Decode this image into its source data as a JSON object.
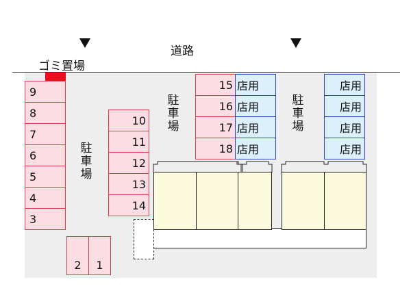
{
  "labels": {
    "road": "道路",
    "garbage": "ゴミ置場",
    "parking_left": "駐車場",
    "parking_center": "駐車場",
    "parking_right": "駐車場"
  },
  "stalls": {
    "left_column": [
      "9",
      "8",
      "7",
      "6",
      "5",
      "4",
      "3"
    ],
    "middle_column": [
      "10",
      "11",
      "12",
      "13",
      "14"
    ],
    "bottom": [
      "2",
      "1"
    ],
    "top_row": [
      "15",
      "16",
      "17",
      "18"
    ]
  },
  "shop_label": "店用",
  "colors": {
    "stall_fill": "#fbdde3",
    "stall_border": "#e23a4e",
    "shop_fill": "#dcf0fb",
    "shop_border": "#2a44c8",
    "building_fill": "#fbfadc",
    "lot_fill": "#eeeeee",
    "garbage": "#e8101e"
  },
  "icons": {
    "entrance_marker": "down-triangle-icon"
  }
}
